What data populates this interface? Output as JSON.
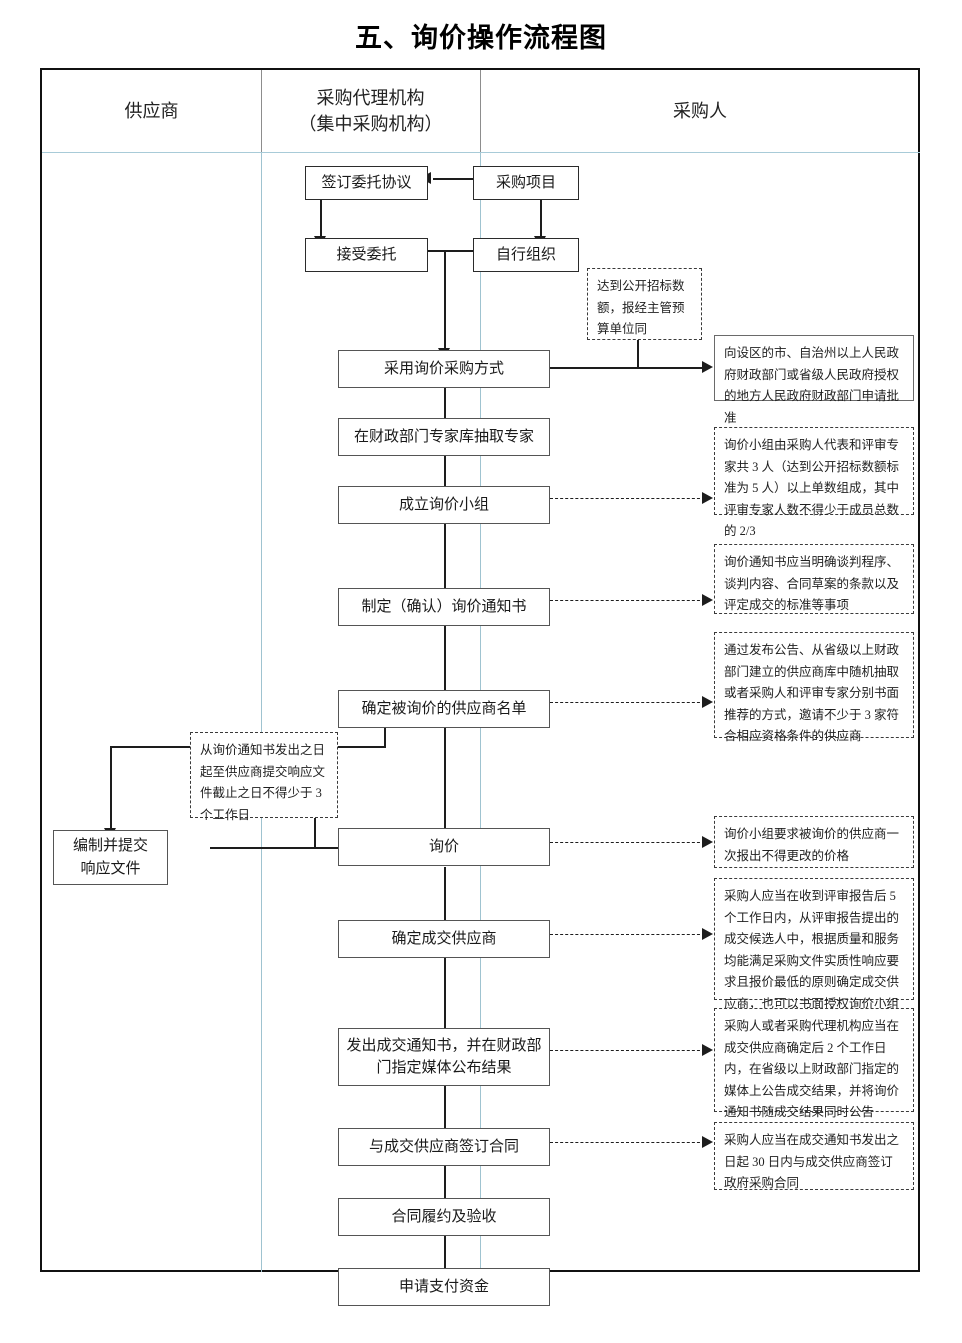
{
  "title": "五、询价操作流程图",
  "lanes": [
    {
      "id": "supplier",
      "label": "供应商"
    },
    {
      "id": "agency",
      "label": "采购代理机构\n（集中采购机构）"
    },
    {
      "id": "purchaser",
      "label": "采购人"
    }
  ],
  "lane_labels": {
    "supplier": "供应商",
    "agency_line1": "采购代理机构",
    "agency_line2": "（集中采购机构）",
    "purchaser": "采购人"
  },
  "nodes": {
    "sign_entrust": "签订委托协议",
    "procurement_project": "采购项目",
    "accept_entrust": "接受委托",
    "self_organize": "自行组织",
    "adopt_inquiry": "采用询价采购方式",
    "draw_experts": "在财政部门专家库抽取专家",
    "form_group": "成立询价小组",
    "make_notice": "制定（确认）询价通知书",
    "supplier_list": "确定被询价的供应商名单",
    "prepare_submit": "编制并提交\n响应文件",
    "prepare_submit_l1": "编制并提交",
    "prepare_submit_l2": "响应文件",
    "inquiry": "询价",
    "determine_winner": "确定成交供应商",
    "issue_notice": "发出成交通知书，并在财政部\n门指定媒体公布结果",
    "issue_notice_l1": "发出成交通知书，并在财政部",
    "issue_notice_l2": "门指定媒体公布结果",
    "sign_contract": "与成交供应商签订合同",
    "contract_perform": "合同履约及验收",
    "apply_payment": "申请支付资金"
  },
  "notes": {
    "open_bid_threshold": "达到公开招标数额，报经主管预算单位同",
    "approval_box": "向设区的市、自治州以上人民政府财政部门或省级人民政府授权的地方人民政府财政部门申请批准",
    "group_composition": "询价小组由采购人代表和评审专家共 3 人（达到公开招标数额标准为 5 人）以上单数组成，其中评审专家人数不得少于成员总数的 2/3",
    "notice_contents": "询价通知书应当明确谈判程序、谈判内容、合同草案的条款以及评定成交的标准等事项",
    "invite_suppliers": "通过发布公告、从省级以上财政部门建立的供应商库中随机抽取或者采购人和评审专家分别书面推荐的方式，邀请不少于 3 家符合相应资格条件的供应商",
    "response_deadline": "从询价通知书发出之日起至供应商提交响应文件截止之日不得少于 3 个工作日",
    "one_time_quote": "询价小组要求被询价的供应商一次报出不得更改的价格",
    "determine_winner_rule": "采购人应当在收到评审报告后 5 个工作日内，从评审报告提出的成交候选人中，根据质量和服务均能满足采购文件实质性响应要求且报价最低的原则确定成交供应商，也可以书面授权询价小组直接确定成交",
    "announce_result": "采购人或者采购代理机构应当在成交供应商确定后 2 个工作日内，在省级以上财政部门指定的媒体上公告成交结果，并将询价通知书随成交结果同时公告",
    "sign_within_30": "采购人应当在成交通知书发出之日起 30 日内与成交供应商签订政府采购合同"
  },
  "colors": {
    "frame_border": "#111111",
    "lane_divider": "#9fc3d0",
    "node_border": "#2b2b2b",
    "connector": "#1d1d1d",
    "text": "#1a1a1a"
  }
}
